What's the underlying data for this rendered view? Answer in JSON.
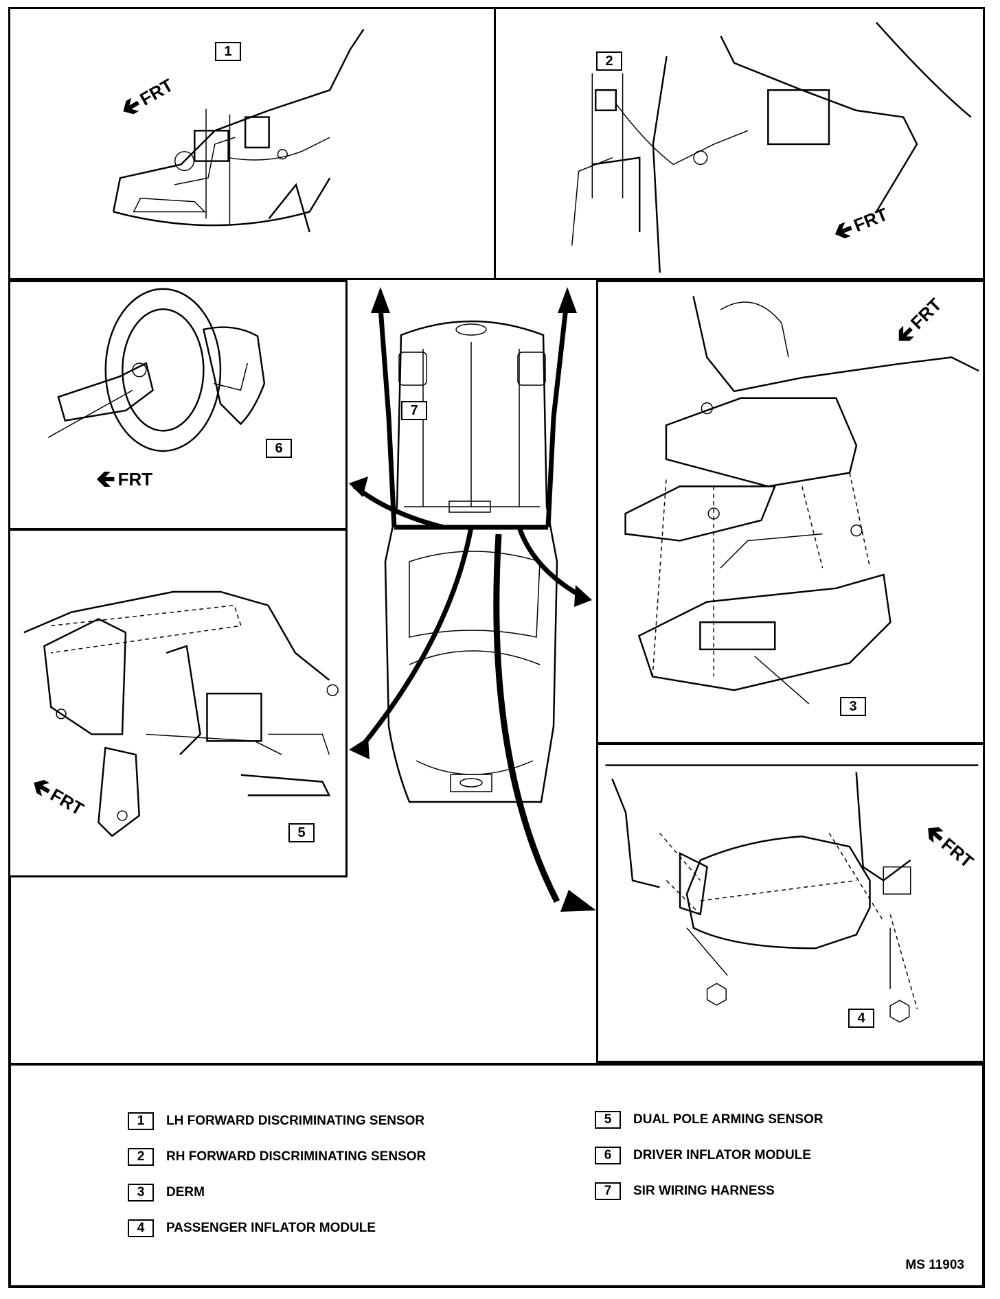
{
  "frt_label": "FRT",
  "callouts": [
    "1",
    "2",
    "3",
    "4",
    "5",
    "6",
    "7"
  ],
  "legend": [
    {
      "num": "1",
      "label": "LH FORWARD DISCRIMINATING SENSOR"
    },
    {
      "num": "2",
      "label": "RH FORWARD DISCRIMINATING SENSOR"
    },
    {
      "num": "3",
      "label": "DERM"
    },
    {
      "num": "4",
      "label": "PASSENGER INFLATOR MODULE"
    },
    {
      "num": "5",
      "label": "DUAL POLE ARMING SENSOR"
    },
    {
      "num": "6",
      "label": "DRIVER INFLATOR MODULE"
    },
    {
      "num": "7",
      "label": "SIR WIRING HARNESS"
    }
  ],
  "figure_code": "MS 11903"
}
